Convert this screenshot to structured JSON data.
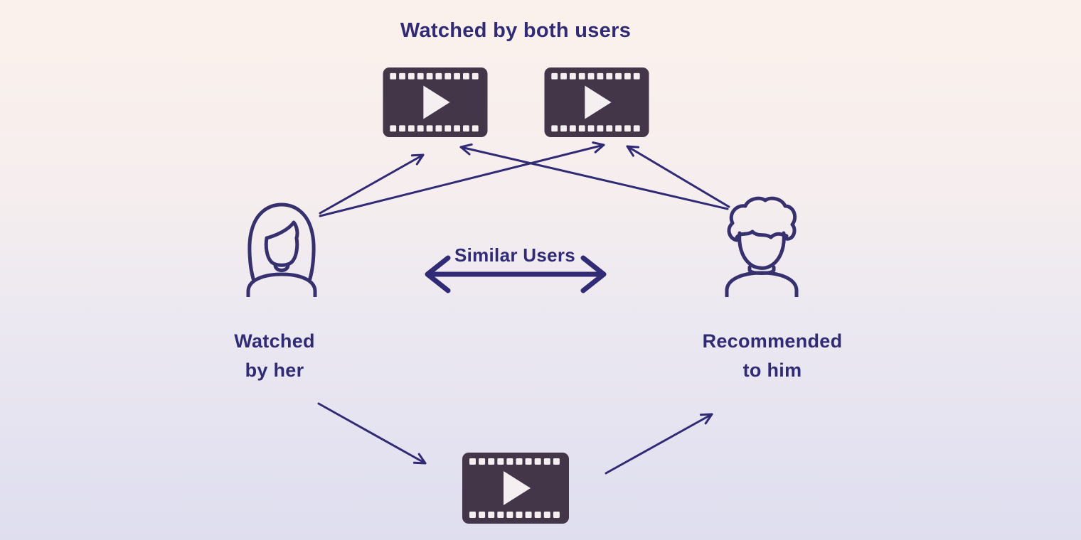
{
  "title": "Watched by both users",
  "similar_users_label": "Similar Users",
  "left_user": {
    "label_line1": "Watched",
    "label_line2": "by her"
  },
  "right_user": {
    "label_line1": "Recommended",
    "label_line2": "to him"
  },
  "icons": {
    "top_left_film": "film-frame-play-icon",
    "top_right_film": "film-frame-play-icon",
    "bottom_film": "film-frame-play-icon",
    "left_user_icon": "woman-user-icon",
    "right_user_icon": "man-user-icon",
    "similar_users_arrow": "double-headed-arrow-icon"
  },
  "colors": {
    "background_top": "#fbf1ec",
    "background_bottom": "#dfdeef",
    "indigo": "#312a74",
    "film_body": "#443649",
    "film_light": "#f5eff1"
  }
}
